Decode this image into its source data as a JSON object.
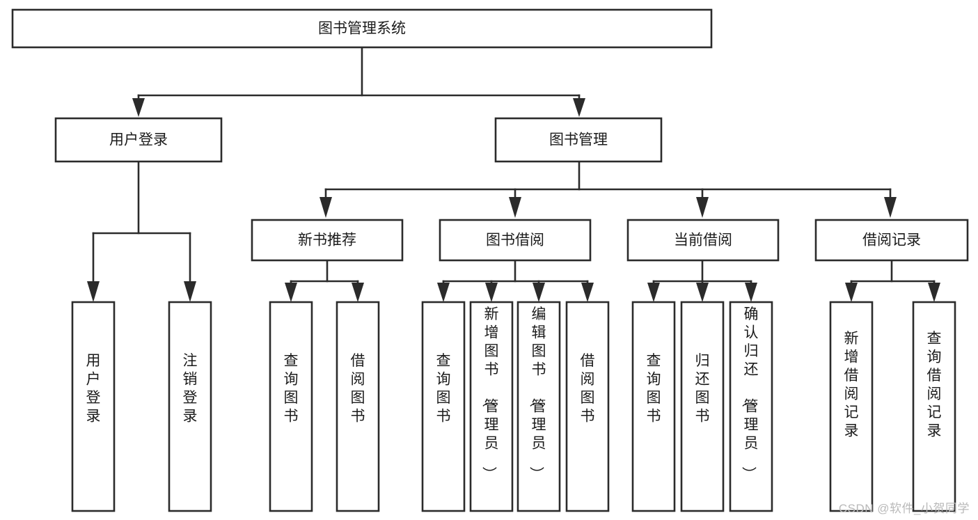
{
  "diagram": {
    "type": "tree-hierarchy",
    "title": "图书管理系统",
    "watermark": "CSDN @软件_小贺同学",
    "nodes": {
      "root": {
        "label": "图书管理系统",
        "level": 0
      },
      "l1": [
        {
          "id": "user-login",
          "label": "用户登录"
        },
        {
          "id": "book-manage",
          "label": "图书管理"
        }
      ],
      "l2": [
        {
          "id": "new-book-rec",
          "label": "新书推荐",
          "parent": "book-manage"
        },
        {
          "id": "book-borrow",
          "label": "图书借阅",
          "parent": "book-manage"
        },
        {
          "id": "current-borrow",
          "label": "当前借阅",
          "parent": "book-manage"
        },
        {
          "id": "borrow-record",
          "label": "借阅记录",
          "parent": "book-manage"
        }
      ],
      "leaves": [
        {
          "id": "leaf-user-login",
          "label": "用户登录",
          "parent": "user-login"
        },
        {
          "id": "leaf-logout",
          "label": "注销登录",
          "parent": "user-login"
        },
        {
          "id": "leaf-query-book-1",
          "label": "查询图书",
          "parent": "new-book-rec"
        },
        {
          "id": "leaf-borrow-book-1",
          "label": "借阅图书",
          "parent": "new-book-rec"
        },
        {
          "id": "leaf-query-book-2",
          "label": "查询图书",
          "parent": "book-borrow"
        },
        {
          "id": "leaf-add-book",
          "label": "新增图书（管理员）",
          "parent": "book-borrow"
        },
        {
          "id": "leaf-edit-book",
          "label": "编辑图书（管理员）",
          "parent": "book-borrow"
        },
        {
          "id": "leaf-borrow-book-2",
          "label": "借阅图书",
          "parent": "book-borrow"
        },
        {
          "id": "leaf-query-book-3",
          "label": "查询图书",
          "parent": "current-borrow"
        },
        {
          "id": "leaf-return-book",
          "label": "归还图书",
          "parent": "current-borrow"
        },
        {
          "id": "leaf-confirm-return",
          "label": "确认归还（管理员）",
          "parent": "current-borrow"
        },
        {
          "id": "leaf-add-record",
          "label": "新增借阅记录",
          "parent": "borrow-record"
        },
        {
          "id": "leaf-query-record",
          "label": "查询借阅记录",
          "parent": "borrow-record"
        }
      ]
    },
    "colors": {
      "box_stroke": "#2b2b2b",
      "box_fill": "#ffffff",
      "text": "#1b1b1b",
      "watermark": "#b9b9b9",
      "background": "#ffffff"
    }
  }
}
